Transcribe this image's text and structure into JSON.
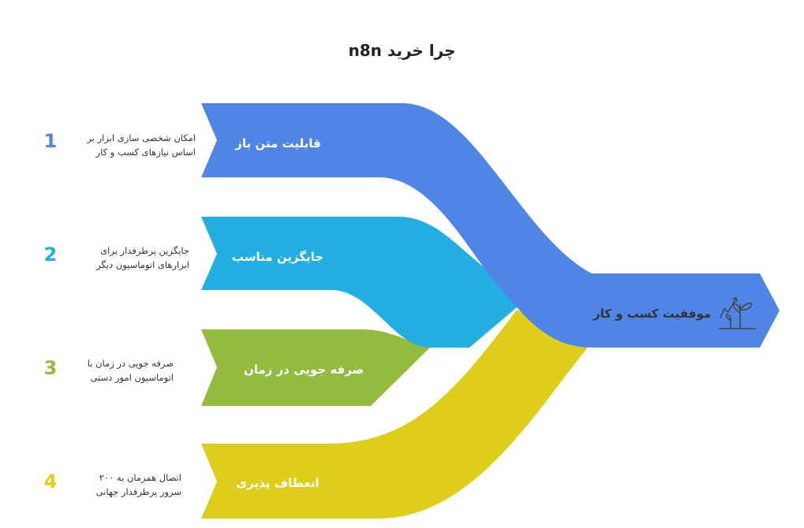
{
  "title": "چرا خرید n8n",
  "colors": {
    "item1": "#4f86e6",
    "item2": "#22aee0",
    "item3": "#93bb3e",
    "item4": "#decd1a",
    "outcome": "#4f86e6"
  },
  "items": [
    {
      "number": "1",
      "label": "قابلیت متن باز",
      "desc_line1": "امکان شخصی سازی ابزار بر",
      "desc_line2": "اساس نیازهای کسب و کار"
    },
    {
      "number": "2",
      "label": "جایگزین مناسب",
      "desc_line1": "جایگزین پرطرفدار برای",
      "desc_line2": "ابزارهای اتوماسیون دیگر"
    },
    {
      "number": "3",
      "label": "صرفه جویی در زمان",
      "desc_line1": "صرفه جویی در زمان با",
      "desc_line2": "اتوماسیون امور دستی"
    },
    {
      "number": "4",
      "label": "انعطاف پذیری",
      "desc_line1": "اتصال همزمان به ۲۰۰",
      "desc_line2": "سرور پرطرفدار جهانی"
    }
  ],
  "outcome": {
    "label": "موفقیت کسب و کار",
    "icon": "growth-plant-icon"
  }
}
